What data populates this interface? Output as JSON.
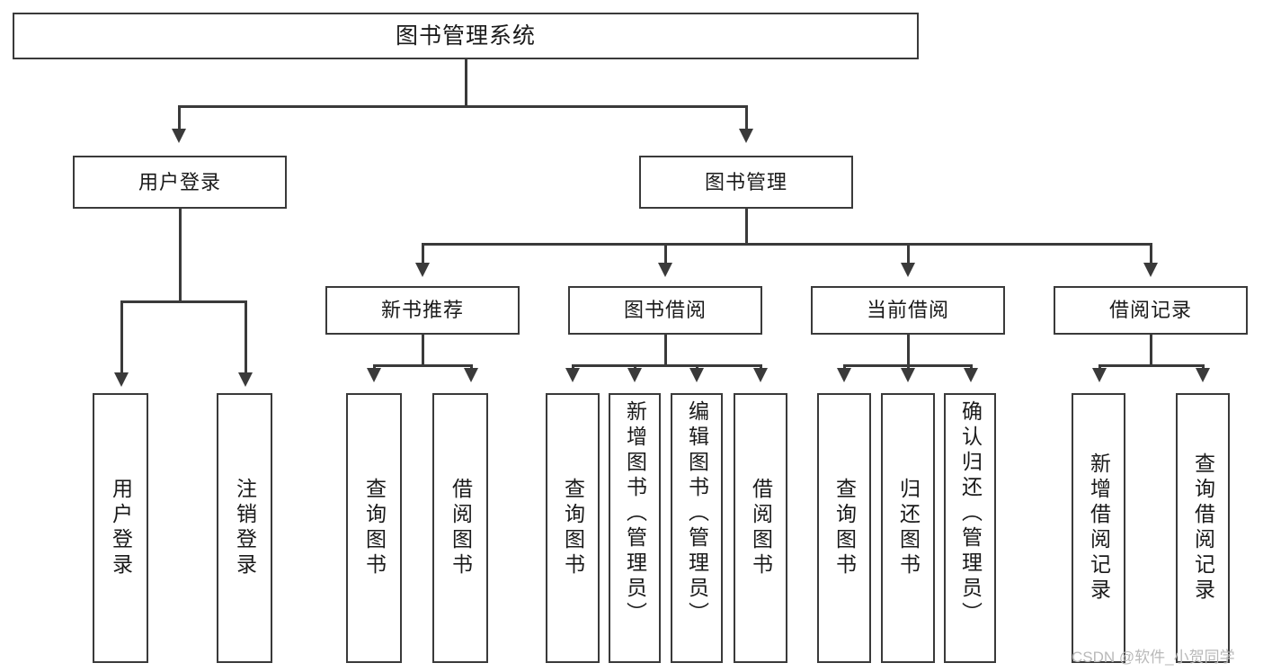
{
  "diagram": {
    "type": "tree-hierarchy",
    "title": "图书管理系统",
    "root": {
      "label": "图书管理系统"
    },
    "level1": [
      {
        "label": "用户登录"
      },
      {
        "label": "图书管理"
      }
    ],
    "level2": [
      {
        "label": "新书推荐"
      },
      {
        "label": "图书借阅"
      },
      {
        "label": "当前借阅"
      },
      {
        "label": "借阅记录"
      }
    ],
    "leaves": {
      "user_login": [
        {
          "label": "用户登录"
        },
        {
          "label": "注销登录"
        }
      ],
      "new_book_recommend": [
        {
          "label": "查询图书"
        },
        {
          "label": "借阅图书"
        }
      ],
      "book_borrow": [
        {
          "label": "查询图书"
        },
        {
          "label": "新增图书（管理员）"
        },
        {
          "label": "编辑图书（管理员）"
        },
        {
          "label": "借阅图书"
        }
      ],
      "current_borrow": [
        {
          "label": "查询图书"
        },
        {
          "label": "归还图书"
        },
        {
          "label": "确认归还（管理员）"
        }
      ],
      "borrow_record": [
        {
          "label": "新增借阅记录"
        },
        {
          "label": "查询借阅记录"
        }
      ]
    }
  },
  "watermark": {
    "text": "CSDN @软件_小贺同学"
  },
  "colors": {
    "stroke": "#3a3a3a",
    "background": "#ffffff",
    "text": "#1a1a1a",
    "watermark": "#b9b9b9"
  }
}
